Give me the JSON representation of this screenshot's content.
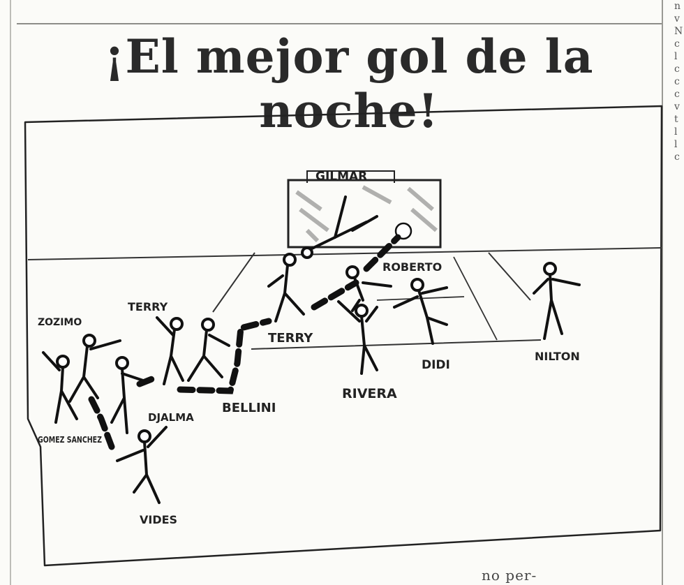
{
  "headline": "¡El mejor gol de la noche!",
  "players": {
    "gilmar": "GILMAR",
    "roberto": "ROBERTO",
    "zozimo": "ZOZIMO",
    "terry_top": "TERRY",
    "terry_mid": "TERRY",
    "didi": "DIDI",
    "nilton": "NILTON",
    "rivera": "RIVERA",
    "bellini": "BELLINI",
    "djalma": "DJALMA",
    "gomez_sanchez": "GOMEZ SANCHEZ",
    "vides": "VIDES"
  },
  "side_column_letters": [
    "n",
    "v",
    "N",
    "c",
    "l",
    "c",
    "c",
    "c",
    "v",
    "t",
    "l",
    "l",
    "c"
  ],
  "bottom_text": "no per-"
}
